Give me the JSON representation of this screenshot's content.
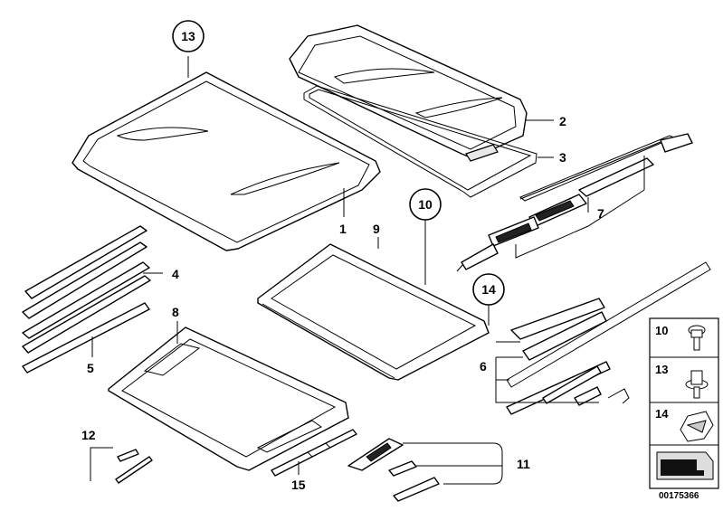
{
  "diagram": {
    "part_labels": {
      "p1": "1",
      "p2": "2",
      "p3": "3",
      "p4": "4",
      "p5": "5",
      "p6": "6",
      "p7": "7",
      "p8": "8",
      "p9": "9",
      "p11": "11",
      "p12": "12",
      "p15": "15"
    },
    "circled_labels": {
      "c10": "10",
      "c13": "13",
      "c14": "14"
    },
    "legend": {
      "items": [
        {
          "number": "10",
          "icon": "screw-icon"
        },
        {
          "number": "13",
          "icon": "bolt-washer-icon"
        },
        {
          "number": "14",
          "icon": "clip-icon"
        }
      ],
      "footer_icon": "sealant-strip-icon"
    },
    "reference_number": "00175366"
  }
}
